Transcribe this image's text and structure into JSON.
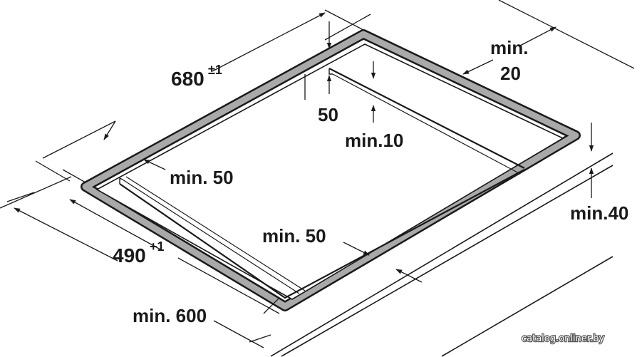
{
  "dimensions": {
    "width": {
      "value": "680",
      "tolerance": "±1"
    },
    "depth": {
      "value": "490",
      "tolerance": "+1"
    },
    "back_gap_min": {
      "line1": "min.",
      "line2": "20"
    },
    "rear_offset": "50",
    "inner_clear_top": "min.10",
    "left_margin": "min. 50",
    "front_margin": "min. 50",
    "worktop_depth": "min. 600",
    "worktop_thickness": "min.40"
  },
  "watermark": "catalog.onliner.by",
  "colors": {
    "line": "#1a1a1a",
    "frame_fill": "#a9a9a9",
    "background": "#ffffff"
  }
}
